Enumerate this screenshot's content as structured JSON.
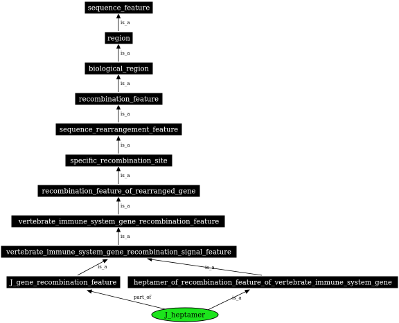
{
  "graph": {
    "nodes": {
      "sequence_feature": "sequence_feature",
      "region": "region",
      "biological_region": "biological_region",
      "recombination_feature": "recombination_feature",
      "sequence_rearrangement_feature": "sequence_rearrangement_feature",
      "specific_recombination_site": "specific_recombination_site",
      "recombination_feature_of_rearranged_gene": "recombination_feature_of_rearranged_gene",
      "vertebrate_immune_system_gene_recombination_feature": "vertebrate_immune_system_gene_recombination_feature",
      "vertebrate_immune_system_gene_recombination_signal_feature": "vertebrate_immune_system_gene_recombination_signal_feature",
      "J_gene_recombination_feature": "J_gene_recombination_feature",
      "heptamer_of_recombination_feature_of_vertebrate_immune_system_gene": "heptamer_of_recombination_feature_of_vertebrate_immune_system_gene",
      "J_heptamer": "J_heptamer"
    },
    "edges": [
      {
        "label": "is_a"
      },
      {
        "label": "is_a"
      },
      {
        "label": "is_a"
      },
      {
        "label": "is_a"
      },
      {
        "label": "is_a"
      },
      {
        "label": "is_a"
      },
      {
        "label": "is_a"
      },
      {
        "label": "is_a"
      },
      {
        "label": "is_a"
      },
      {
        "label": "is_a"
      },
      {
        "label": "part_of"
      },
      {
        "label": "is_a"
      }
    ],
    "colors": {
      "node_fill": "#000000",
      "node_text": "#ffffff",
      "highlight_fill": "#1ce41c",
      "edge": "#000000"
    }
  }
}
